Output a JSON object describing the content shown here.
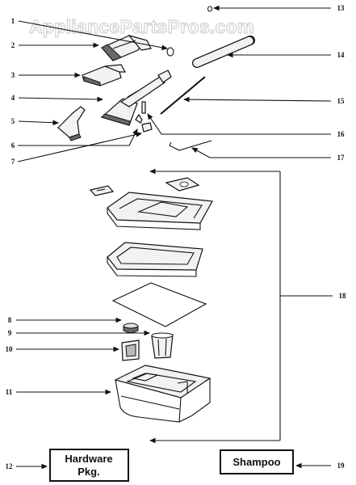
{
  "watermark": "AppliancePartsPros.com",
  "callouts": {
    "c1": "1",
    "c2": "2",
    "c3": "3",
    "c4": "4",
    "c5": "5",
    "c6": "6",
    "c7": "7",
    "c8": "8",
    "c9": "9",
    "c10": "10",
    "c11": "11",
    "c12": "12",
    "c13": "13",
    "c14": "14",
    "c15": "15",
    "c16": "16",
    "c17": "17",
    "c18": "18",
    "c19": "19"
  },
  "boxes": {
    "hardware_line1": "Hardware",
    "hardware_line2": "Pkg.",
    "shampoo": "Shampoo"
  }
}
